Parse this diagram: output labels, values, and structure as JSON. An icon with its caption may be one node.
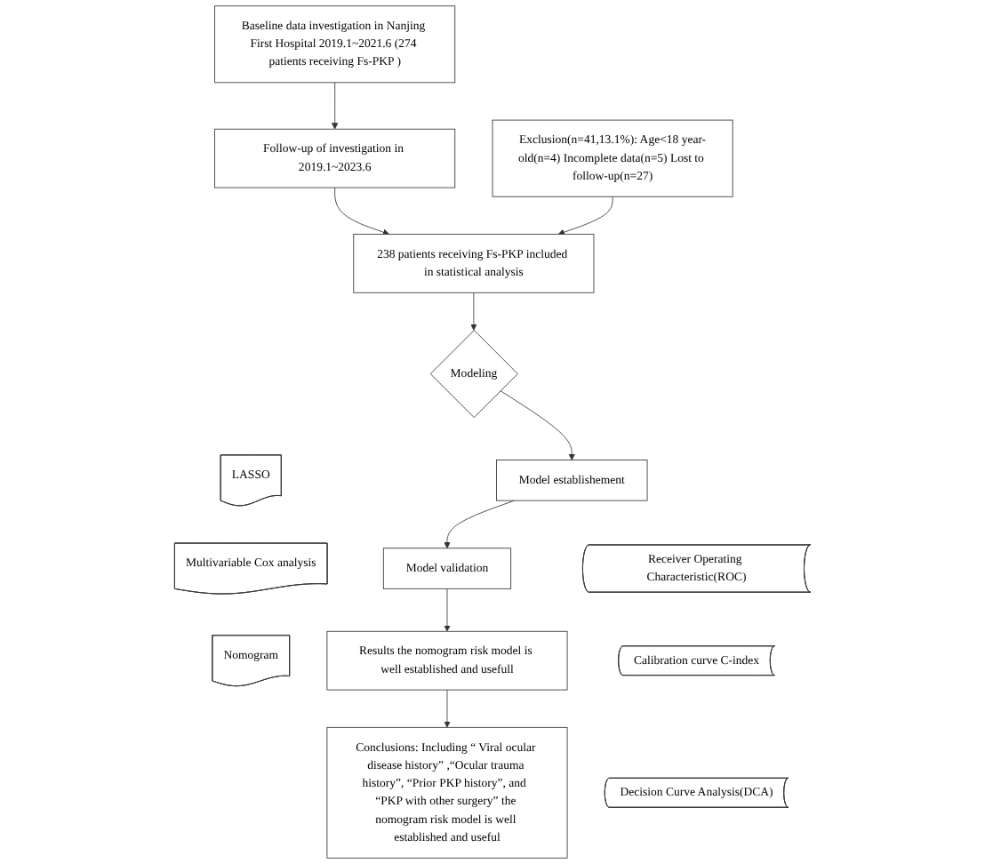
{
  "diagram": {
    "nodes": [
      {
        "text": [
          "Baseline data investigation in Nanjing First Hospital 2019.1~2021.6 (274 patients receiving Fs-PKP )"
        ]
      },
      {
        "text": [
          "Follow-up of investigation in 2019.1~2023.6"
        ]
      },
      {
        "text": [
          "Exclusion(n=41,13.1%): Age<18 year-old(n=4) Incomplete data(n=5) Lost to follow-up(n=27)"
        ]
      },
      {
        "text": [
          "238 patients receiving Fs-PKP included in statistical analysis"
        ]
      },
      {
        "text": [
          "Modeling"
        ]
      },
      {
        "text": [
          "LASSO"
        ]
      },
      {
        "text": [
          "Multivariable Cox analysis"
        ]
      },
      {
        "text": [
          "Nomogram"
        ]
      },
      {
        "text": [
          "Model establishement"
        ]
      },
      {
        "text": [
          "Receiver Operating Characteristic(ROC)"
        ]
      },
      {
        "text": [
          "Calibration curve C-index"
        ]
      },
      {
        "text": [
          "Decision Curve Analysis(DCA)"
        ]
      },
      {
        "text": [
          "Model validation"
        ]
      },
      {
        "text": [
          "Results the nomogram risk model is well established and usefull"
        ]
      },
      {
        "text": [
          "Conclusions: Including “ Viral ocular disease history” ,“Ocular trauma history”, “Prior PKP history”, and  “PKP with other surgery” the nomogram risk model is well established and useful"
        ]
      }
    ],
    "edges": [
      {
        "from": 0,
        "to": 1,
        "arrow": "to"
      },
      {
        "from": 1,
        "to": 3,
        "arrow": "to"
      },
      {
        "from": 2,
        "to": 3,
        "arrow": "to"
      },
      {
        "from": 3,
        "to": 4,
        "arrow": "to"
      },
      {
        "from": 4,
        "to": 8,
        "arrow": "to"
      },
      {
        "from": 8,
        "to": 12,
        "arrow": "to"
      },
      {
        "from": 12,
        "to": 13,
        "arrow": "to"
      },
      {
        "from": 13,
        "to": 14,
        "arrow": "to"
      }
    ]
  }
}
